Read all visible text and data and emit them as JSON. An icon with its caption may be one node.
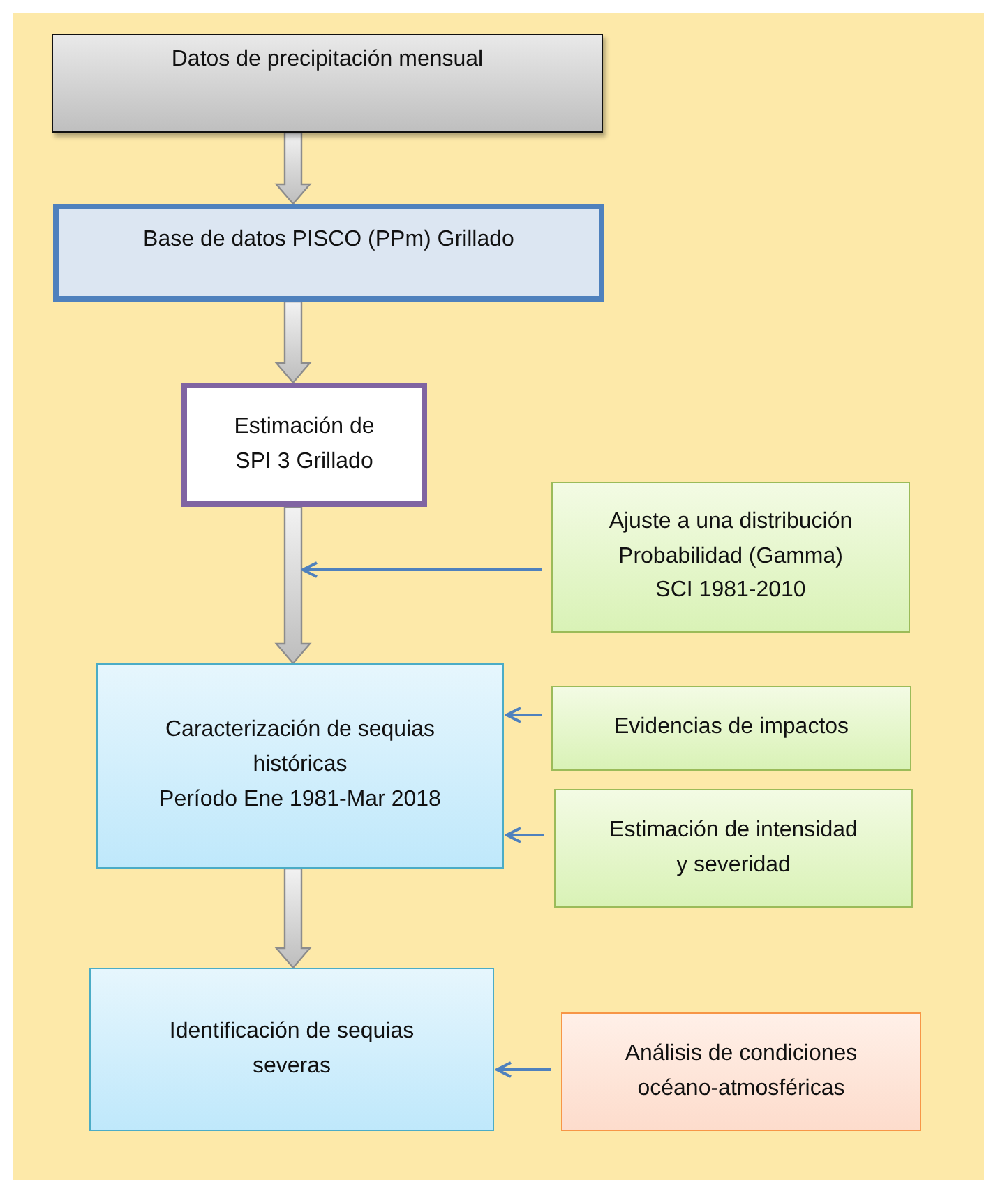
{
  "diagram": {
    "nodes": [
      {
        "text": [
          "Datos de precipitación mensual"
        ]
      },
      {
        "text": [
          "Base de datos PISCO (PPm) Grillado"
        ]
      },
      {
        "text": [
          "Estimación de SPI 3 Grillado"
        ]
      },
      {
        "text": [
          "Ajuste a una distribución",
          "Probabilidad (Gamma)",
          "SCI 1981-2010"
        ]
      },
      {
        "text": [
          "Caracterización de sequias históricas",
          "Período Ene 1981-Mar 2018"
        ]
      },
      {
        "text": [
          "Evidencias de impactos"
        ]
      },
      {
        "text": [
          "Estimación de intensidad y severidad"
        ]
      },
      {
        "text": [
          "Identificación de sequias severas"
        ]
      },
      {
        "text": [
          "Análisis de condiciones océano-atmosféricas"
        ]
      }
    ],
    "edges": [
      {
        "from": 0,
        "to": 1,
        "arrow": "to",
        "style": "thick"
      },
      {
        "from": 1,
        "to": 2,
        "arrow": "to",
        "style": "thick"
      },
      {
        "from": 2,
        "to": 4,
        "arrow": "to",
        "style": "thick"
      },
      {
        "from": 3,
        "to": null,
        "arrow": "to",
        "color": "#4f81bd"
      },
      {
        "from": 5,
        "to": 4,
        "arrow": "to",
        "color": "#4f81bd"
      },
      {
        "from": 6,
        "to": 4,
        "arrow": "to",
        "color": "#4f81bd"
      },
      {
        "from": 4,
        "to": 7,
        "arrow": "to",
        "style": "thick"
      },
      {
        "from": 8,
        "to": 7,
        "arrow": "to",
        "color": "#4f81bd"
      }
    ]
  }
}
